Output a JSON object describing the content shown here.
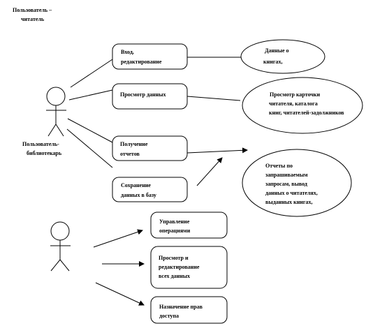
{
  "actors": {
    "reader": "Пользователь – читатель",
    "librarian": "Пользователь-библиотекарь",
    "admin": ""
  },
  "use_cases": {
    "login": "Вход, редактирование",
    "view_data": "Просмотр данных",
    "reports": "Получение отчетов",
    "save": "Сохранение данных в базу",
    "ops_management": "Управление операциями",
    "view_edit_all": "Просмотр и редактирование всех данных",
    "access_rights": "Назначение прав доступа"
  },
  "results": {
    "book_data": "Данные о книгах,",
    "card_view": "Просмотр карточки читателя, каталога книг, читателей-задолжников",
    "queries": "Отчеты по запрашиваемым запросам, вывод данных о читателях, выданных книгах,"
  }
}
